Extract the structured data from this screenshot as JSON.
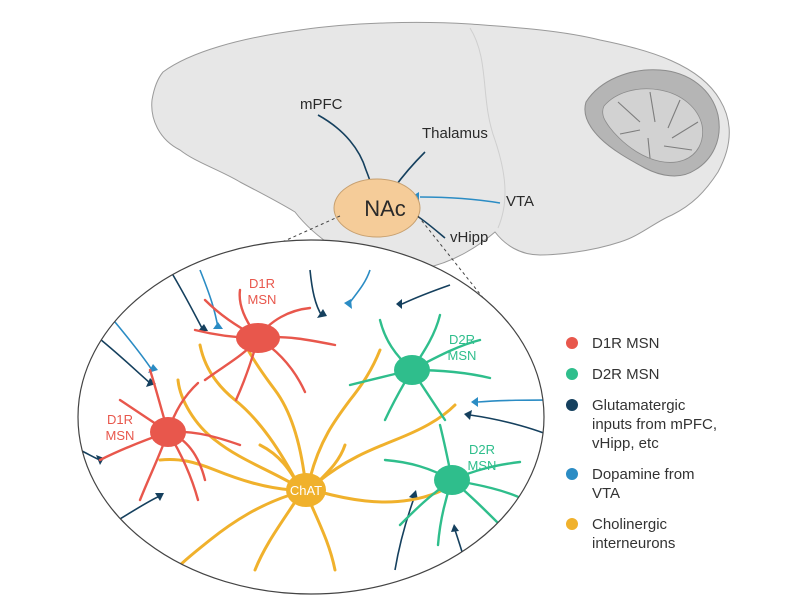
{
  "colors": {
    "d1r": "#e8574c",
    "d2r": "#2fbe8c",
    "glutamatergic": "#15405e",
    "dopamine": "#2b8cc4",
    "cholinergic": "#f0b12c",
    "brain": "#e7e7e7",
    "nac": "#f5cc99",
    "cerebellum": "#b5b5b5"
  },
  "brain": {
    "regions": {
      "nac": "NAc",
      "mpfc": "mPFC",
      "thalamus": "Thalamus",
      "vta": "VTA",
      "vhipp": "vHipp"
    }
  },
  "inset": {
    "d1r_left": [
      "D1R",
      "MSN"
    ],
    "d1r_top": [
      "D1R",
      "MSN"
    ],
    "d2r_top": [
      "D2R",
      "MSN"
    ],
    "d2r_bottom": [
      "D2R",
      "MSN"
    ],
    "chat": "ChAT"
  },
  "legend": [
    {
      "key": "d1r",
      "text": [
        "D1R MSN"
      ]
    },
    {
      "key": "d2r",
      "text": [
        "D2R MSN"
      ]
    },
    {
      "key": "glutamatergic",
      "text": [
        "Glutamatergic",
        "inputs from mPFC,",
        "vHipp, etc"
      ]
    },
    {
      "key": "dopamine",
      "text": [
        "Dopamine from",
        "VTA"
      ]
    },
    {
      "key": "cholinergic",
      "text": [
        "Cholinergic",
        "interneurons"
      ]
    }
  ]
}
